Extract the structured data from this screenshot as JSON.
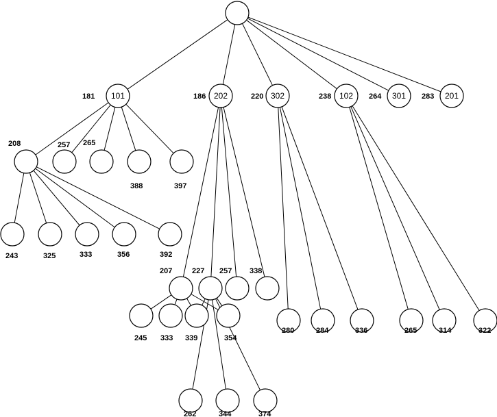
{
  "tree": {
    "nodes": [
      {
        "id": "root",
        "text": "",
        "label": ""
      },
      {
        "id": "n101",
        "text": "101",
        "label": "181"
      },
      {
        "id": "n202",
        "text": "202",
        "label": "186"
      },
      {
        "id": "n302",
        "text": "302",
        "label": "220"
      },
      {
        "id": "n102",
        "text": "102",
        "label": "238"
      },
      {
        "id": "n301",
        "text": "301",
        "label": "264"
      },
      {
        "id": "n201",
        "text": "201",
        "label": "283"
      },
      {
        "id": "a208",
        "text": "",
        "label": "208"
      },
      {
        "id": "a257",
        "text": "",
        "label": "257"
      },
      {
        "id": "a265",
        "text": "",
        "label": "265"
      },
      {
        "id": "a388",
        "text": "",
        "label": "388"
      },
      {
        "id": "a397",
        "text": "",
        "label": "397"
      },
      {
        "id": "b243",
        "text": "",
        "label": "243"
      },
      {
        "id": "b325",
        "text": "",
        "label": "325"
      },
      {
        "id": "b333",
        "text": "",
        "label": "333"
      },
      {
        "id": "b356",
        "text": "",
        "label": "356"
      },
      {
        "id": "b392",
        "text": "",
        "label": "392"
      },
      {
        "id": "c207",
        "text": "",
        "label": "207"
      },
      {
        "id": "c227",
        "text": "",
        "label": "227"
      },
      {
        "id": "c257",
        "text": "",
        "label": "257"
      },
      {
        "id": "c338",
        "text": "",
        "label": "338"
      },
      {
        "id": "d245",
        "text": "",
        "label": "245"
      },
      {
        "id": "d333",
        "text": "",
        "label": "333"
      },
      {
        "id": "d339",
        "text": "",
        "label": "339"
      },
      {
        "id": "d354",
        "text": "",
        "label": "354"
      },
      {
        "id": "e262",
        "text": "",
        "label": "262"
      },
      {
        "id": "e344",
        "text": "",
        "label": "344"
      },
      {
        "id": "e374",
        "text": "",
        "label": "374"
      },
      {
        "id": "f280",
        "text": "",
        "label": "280"
      },
      {
        "id": "f284",
        "text": "",
        "label": "284"
      },
      {
        "id": "f336",
        "text": "",
        "label": "336"
      },
      {
        "id": "g265",
        "text": "",
        "label": "265"
      },
      {
        "id": "g314",
        "text": "",
        "label": "314"
      },
      {
        "id": "g322",
        "text": "",
        "label": "322"
      }
    ],
    "edges": [
      [
        "root",
        "n101"
      ],
      [
        "root",
        "n202"
      ],
      [
        "root",
        "n302"
      ],
      [
        "root",
        "n102"
      ],
      [
        "root",
        "n301"
      ],
      [
        "root",
        "n201"
      ],
      [
        "n101",
        "a208"
      ],
      [
        "n101",
        "a257"
      ],
      [
        "n101",
        "a265"
      ],
      [
        "n101",
        "a388"
      ],
      [
        "n101",
        "a397"
      ],
      [
        "a208",
        "b243"
      ],
      [
        "a208",
        "b325"
      ],
      [
        "a208",
        "b333"
      ],
      [
        "a208",
        "b356"
      ],
      [
        "a208",
        "b392"
      ],
      [
        "n202",
        "c207"
      ],
      [
        "n202",
        "c227"
      ],
      [
        "n202",
        "c257"
      ],
      [
        "n202",
        "c338"
      ],
      [
        "c207",
        "d245"
      ],
      [
        "c207",
        "d333"
      ],
      [
        "c207",
        "d339"
      ],
      [
        "c207",
        "d354"
      ],
      [
        "c227",
        "d339"
      ],
      [
        "c227",
        "d354"
      ],
      [
        "c227",
        "e262"
      ],
      [
        "c227",
        "e344"
      ],
      [
        "c227",
        "e374"
      ],
      [
        "n302",
        "f280"
      ],
      [
        "n302",
        "f284"
      ],
      [
        "n302",
        "f336"
      ],
      [
        "n102",
        "g265"
      ],
      [
        "n102",
        "g314"
      ],
      [
        "n102",
        "g322"
      ]
    ]
  }
}
